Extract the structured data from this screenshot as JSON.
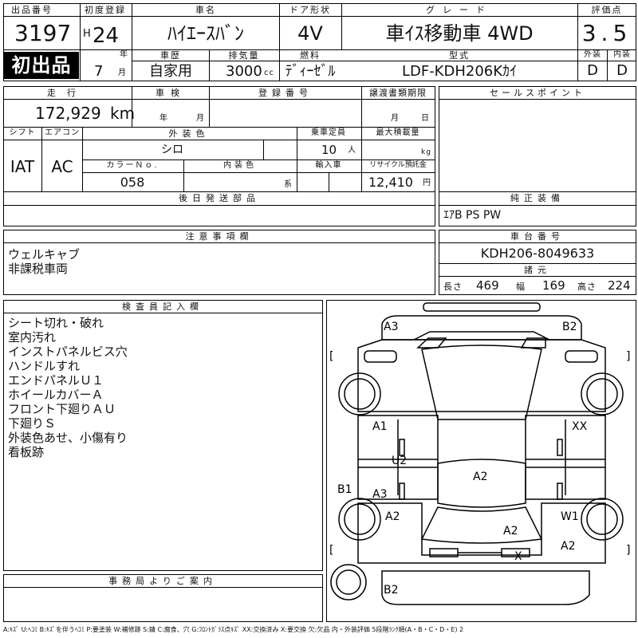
{
  "header": {
    "lot_no_label": "出品番号",
    "lot_no": "3197",
    "first_listing": "初出品",
    "first_reg_label": "初度登録",
    "era": "H",
    "first_reg_year": "24",
    "year_unit": "年",
    "first_reg_month": "7",
    "month_unit": "月",
    "model_name_label": "車名",
    "model_name": "ﾊｲｴｰｽﾊﾞﾝ",
    "door_label": "ドア形状",
    "door": "4V",
    "grade_label": "グレード",
    "grade": "車ｲｽ移動車 4WD",
    "score_label": "評価点",
    "score": "3.5",
    "history_label": "車歴",
    "history": "自家用",
    "displacement_label": "排気量",
    "displacement": "3000",
    "displacement_unit": "cc",
    "fuel_label": "燃料",
    "fuel": "ﾃﾞｨｰｾﾞﾙ",
    "type_label": "型式",
    "type": "LDF-KDH206Kｶｲ",
    "ext_label": "外装",
    "ext_grade": "D",
    "int_label": "内装",
    "int_grade": "D"
  },
  "row2": {
    "mileage_label": "走行",
    "mileage": "172,929",
    "mileage_unit": "km",
    "inspection_label": "車検",
    "year_unit": "年",
    "month_unit": "月",
    "reg_no_label": "登録番号",
    "transfer_label": "譲渡書類期限",
    "day_unit": "日",
    "shift_label": "シフト",
    "shift": "IAT",
    "ac_label": "エアコン",
    "ac": "AC",
    "ext_color_label": "外装色",
    "ext_color": "シロ",
    "capacity_label": "乗車定員",
    "capacity": "10",
    "capacity_unit": "人",
    "maxload_label": "最大積載量",
    "maxload_unit": "kg",
    "color_no_label": "カラーＮｏ.",
    "color_no": "058",
    "int_color_label": "内装色",
    "int_color_unit": "系",
    "import_label": "輸入車",
    "recycle_label": "リサイクル預託金",
    "recycle": "12,410",
    "recycle_unit": "円",
    "later_parts_label": "後日発送部品"
  },
  "sales_points_label": "セールスポイント",
  "equipment": {
    "label": "純正装備",
    "value": "ｴｱB PS PW"
  },
  "notes_section": {
    "label": "注意事項欄",
    "lines": [
      "ウェルキャブ",
      "非課税車両"
    ]
  },
  "chassis": {
    "label": "車台番号",
    "value": "KDH206-8049633"
  },
  "dims": {
    "label": "諸元",
    "length_label": "長さ",
    "length": "469",
    "width_label": "幅",
    "width": "169",
    "height_label": "高さ",
    "height": "224"
  },
  "inspector": {
    "label": "検査員記入欄",
    "lines": [
      "シート切れ・破れ",
      "室内汚れ",
      "インストパネルビス穴",
      "ハンドルすれ",
      "エンドパネルＵ１",
      "ホイールカバーＡ",
      "フロント下廻りＡＵ",
      "下廻りＳ",
      "外装色あせ、小傷有り",
      "看板跡"
    ]
  },
  "office_label": "事務局よりご案内",
  "diagram_marks": {
    "a3_top": "A3",
    "b2_top": "B2",
    "a1": "A1",
    "xx": "XX",
    "u2": "U2",
    "a2_roof": "A2",
    "b1": "B1",
    "a3_mid": "A3",
    "a2_left": "A2",
    "w1": "W1",
    "a2_center": "A2",
    "a2_right": "A2",
    "x_bottom": "X",
    "b2_bottom": "B2",
    "bracket_open": "[",
    "bracket_close": "]"
  },
  "legend": "A:ｷｽﾞ U:ﾍｺﾐ B:ｷｽﾞを伴うﾍｺﾐ P:要塗装 W:補修跡 S:錆 C:腐食、穴 G:ﾌﾛﾝﾄｶﾞﾗｽ点ｷｽﾞ XX:交換済み X:要交換 欠:欠品 内・外装評価 5段階ﾗﾝｸ順(A・B・C・D・E) 2"
}
